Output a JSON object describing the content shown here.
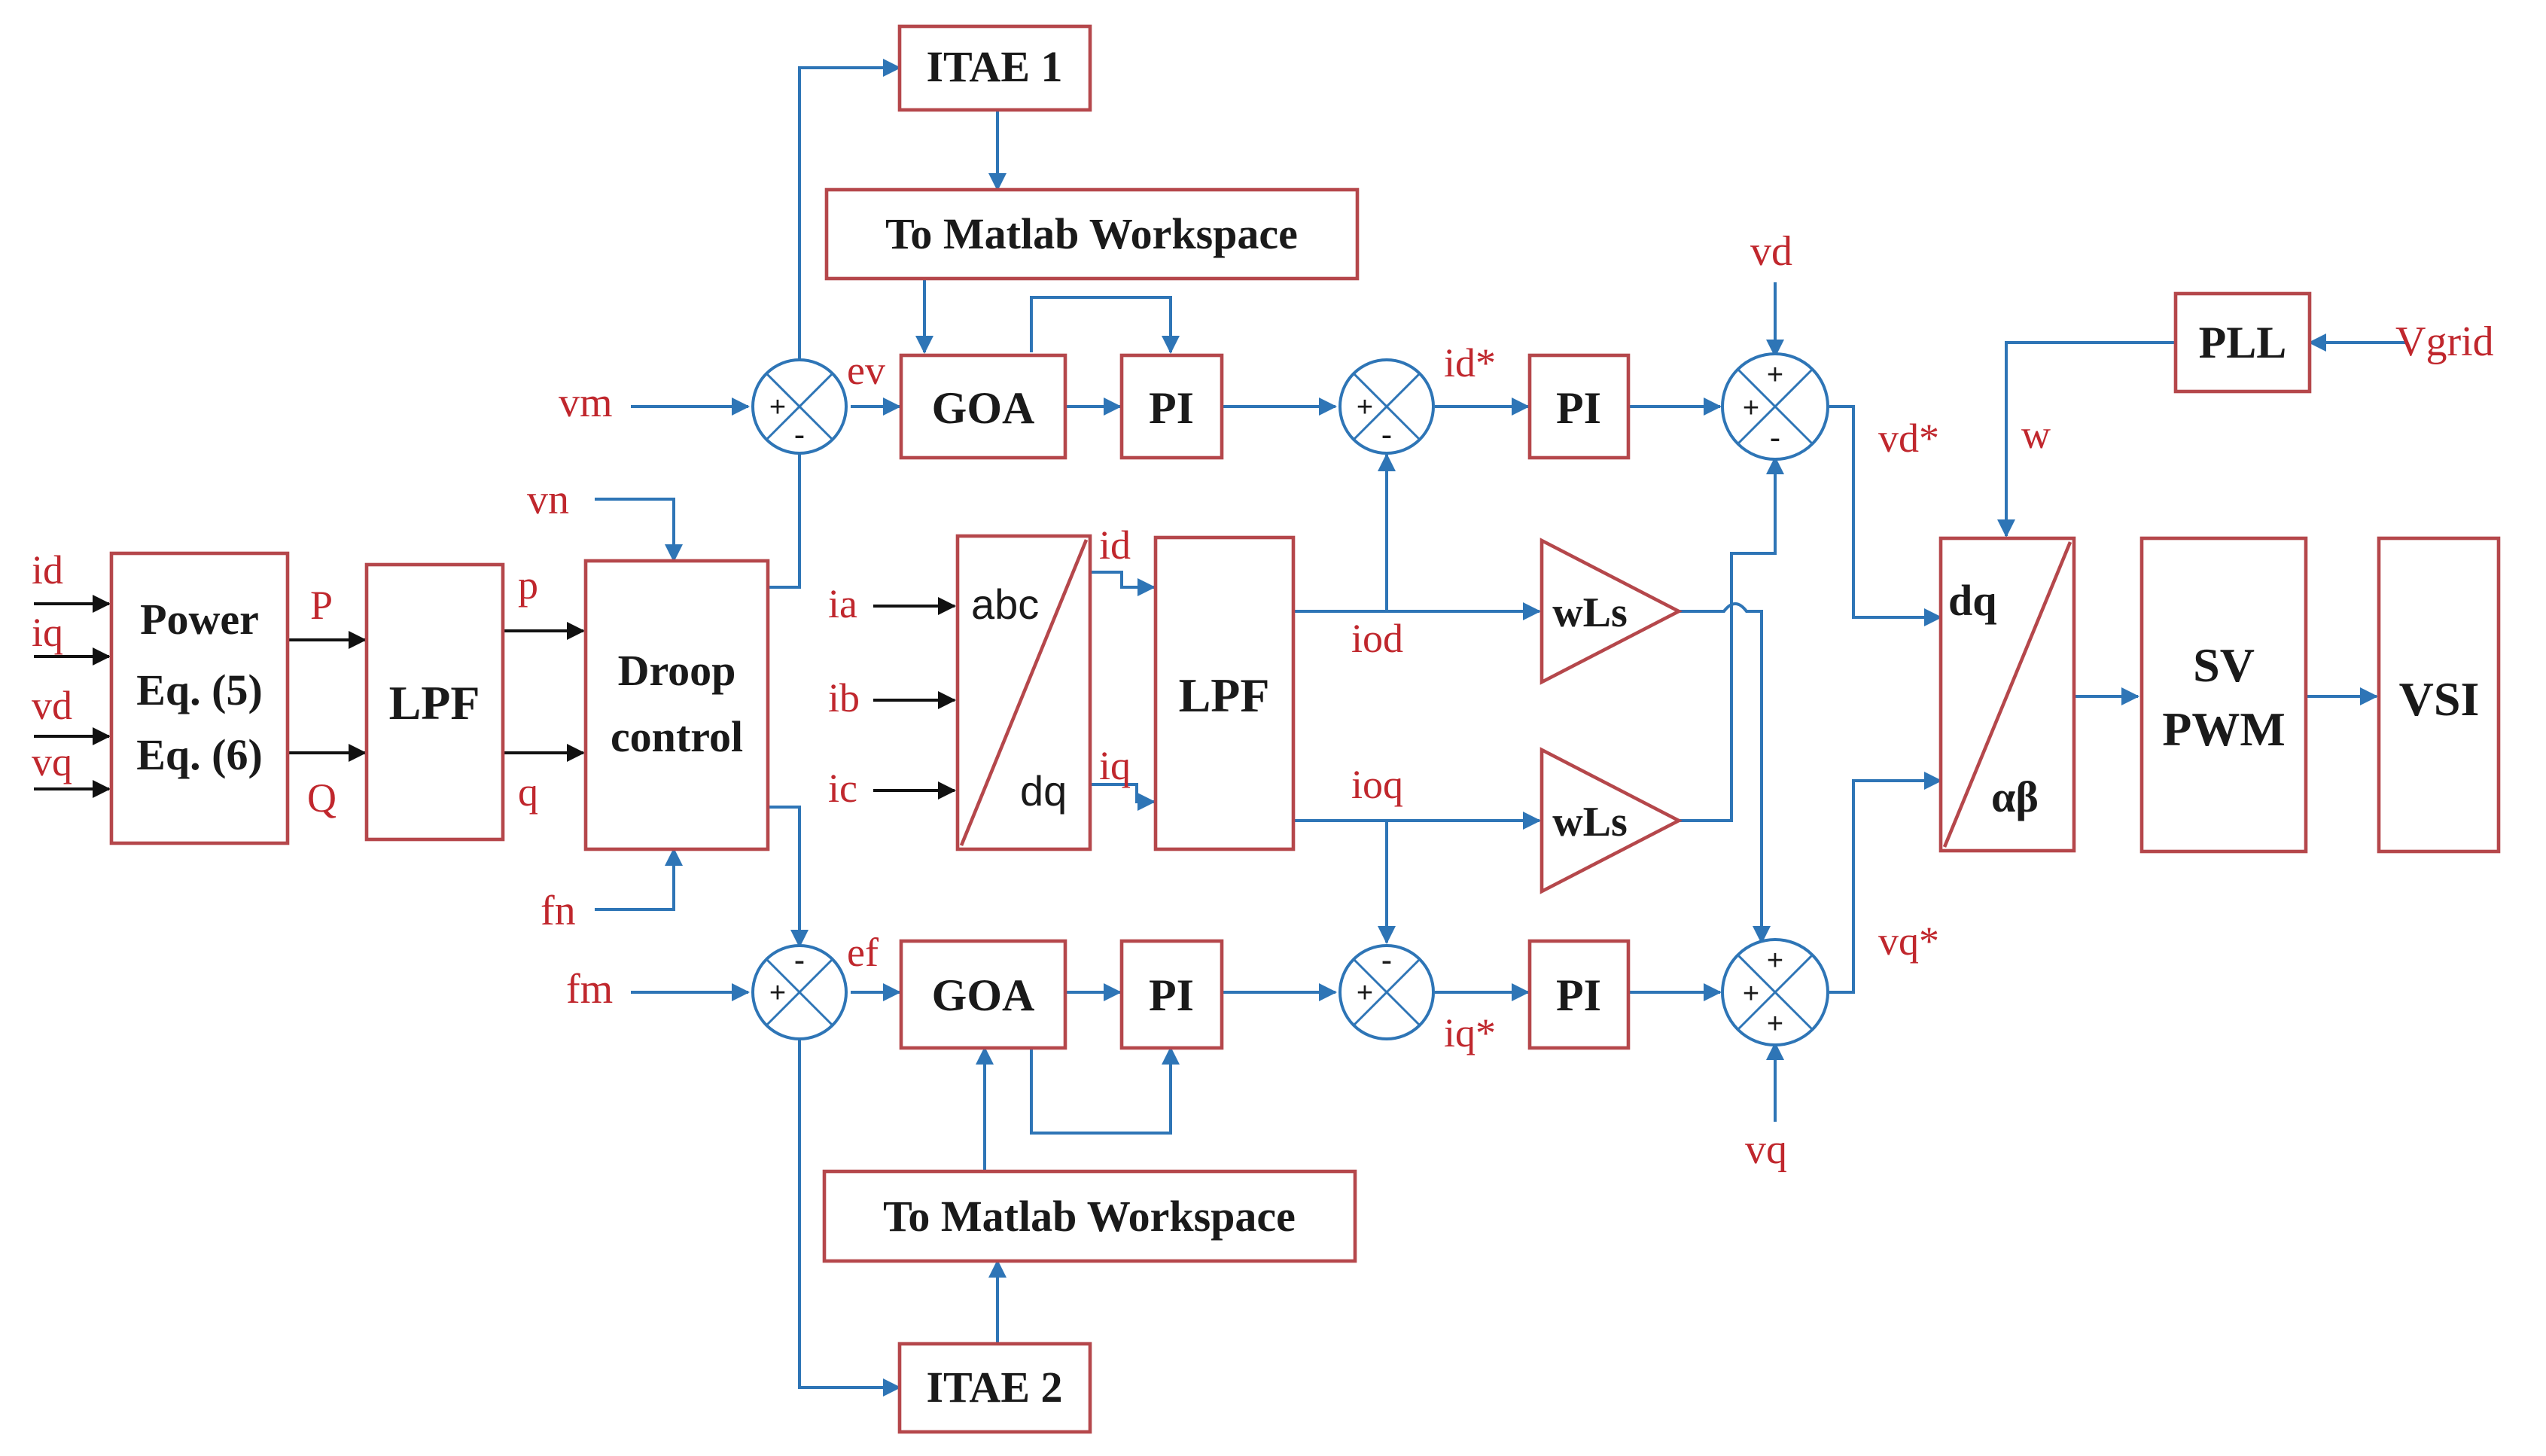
{
  "blocks": {
    "itae1": "ITAE 1",
    "itae2": "ITAE 2",
    "matlab_top": "To Matlab Workspace",
    "matlab_bottom": "To Matlab Workspace",
    "power": {
      "line1": "Power",
      "line2": "Eq. (5)",
      "line3": "Eq. (6)"
    },
    "lpf_power": "LPF",
    "droop": {
      "line1": "Droop",
      "line2": "control"
    },
    "goa_top": "GOA",
    "goa_bottom": "GOA",
    "pi_outer_top": "PI",
    "pi_outer_bottom": "PI",
    "pi_inner_top": "PI",
    "pi_inner_bottom": "PI",
    "abc_dq": {
      "top": "abc",
      "bottom": "dq"
    },
    "lpf_current": "LPF",
    "wls_top": "wLs",
    "wls_bottom": "wLs",
    "pll": "PLL",
    "dq_ab": {
      "top": "dq",
      "bottom": "αβ"
    },
    "svpwm": {
      "line1": "SV",
      "line2": "PWM"
    },
    "vsi": "VSI"
  },
  "signals": {
    "id_in": "id",
    "iq_in": "iq",
    "vd_in": "vd",
    "vq_in": "vq",
    "P": "P",
    "Q": "Q",
    "p": "p",
    "q": "q",
    "vn": "vn",
    "fn": "fn",
    "vm": "vm",
    "fm": "fm",
    "ev": "ev",
    "ef": "ef",
    "ia": "ia",
    "ib": "ib",
    "ic": "ic",
    "id_dq": "id",
    "iq_dq": "iq",
    "iod": "iod",
    "ioq": "ioq",
    "id_ref": "id*",
    "iq_ref": "iq*",
    "vd_ff": "vd",
    "vq_ff": "vq",
    "vd_ref": "vd*",
    "vq_ref": "vq*",
    "w": "w",
    "vgrid": "Vgrid"
  },
  "signs": {
    "s1_in": "+",
    "s1_fb": "-",
    "s2_in": "+",
    "s2_fb": "-",
    "s3_in": "+",
    "s3_fb": "-",
    "s4_in": "+",
    "s4_fb": "-",
    "s5_top": "+",
    "s5_left": "+",
    "s5_bottom": "-",
    "s6_top": "+",
    "s6_left": "+",
    "s6_bottom": "+"
  },
  "colors": {
    "block_border": "#b5474b",
    "wire": "#2e75b6",
    "signal_text": "#c0272d",
    "block_text": "#1a1a1a"
  }
}
